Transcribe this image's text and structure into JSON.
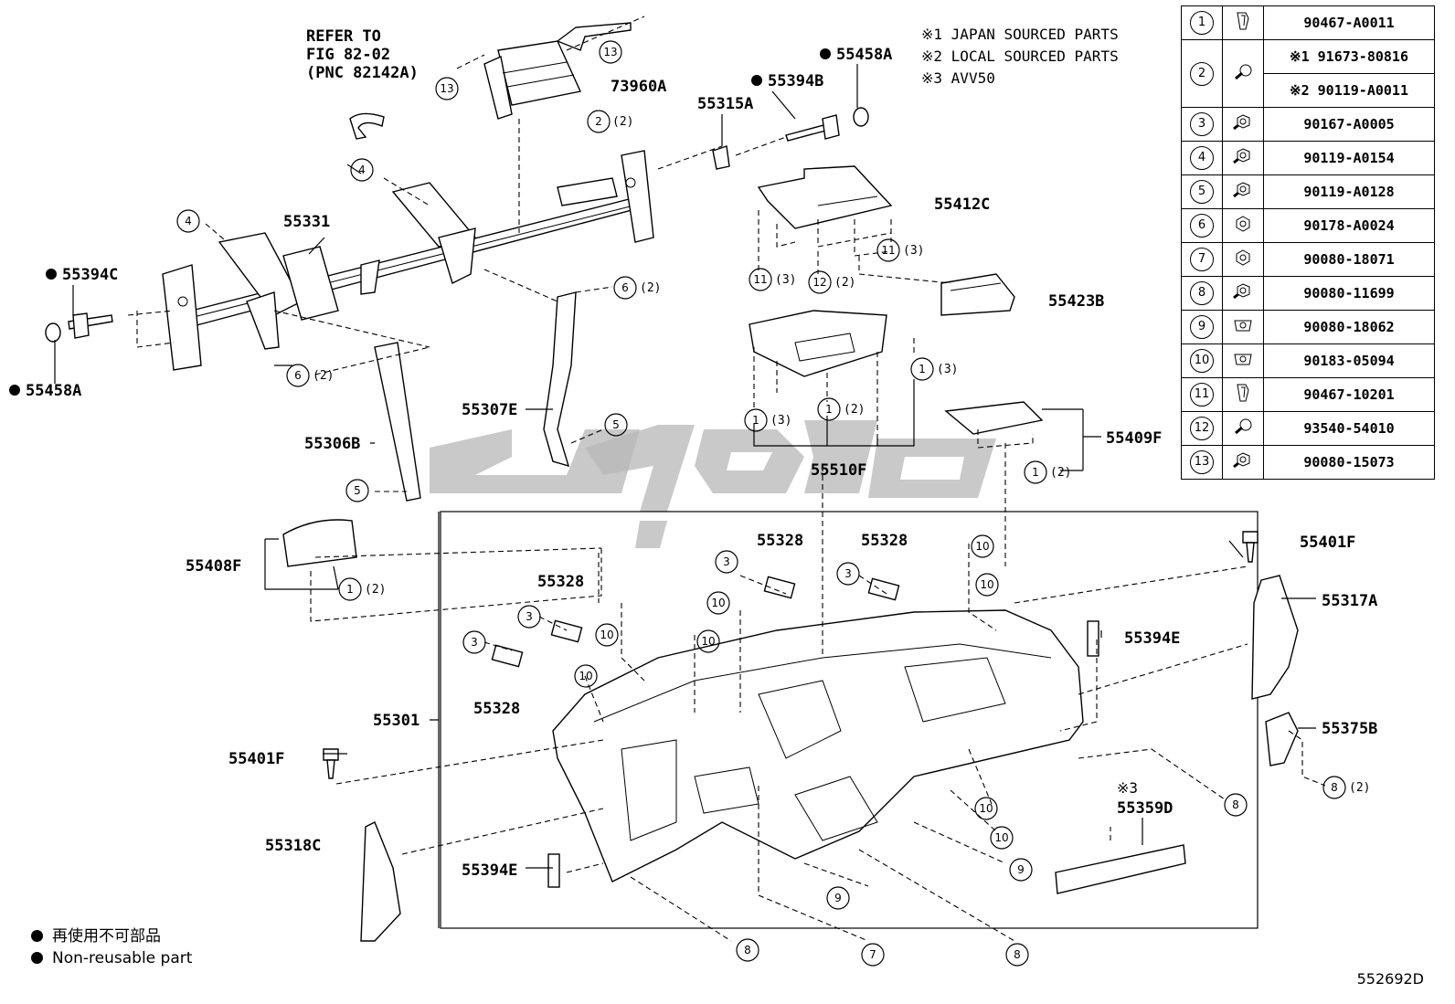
{
  "refer_note": {
    "line1": "REFER TO",
    "line2": "FIG 82-02",
    "line3": "(PNC 82142A)"
  },
  "source_notes": [
    "※1 JAPAN SOURCED PARTS",
    "※2 LOCAL SOURCED PARTS",
    "※3 AVV50"
  ],
  "part_labels": {
    "p73960A": "73960A",
    "p55394B": "55394B",
    "p55458A_top": "55458A",
    "p55315A": "55315A",
    "p55331": "55331",
    "p55394C": "55394C",
    "p55458A_left": "55458A",
    "p55412C": "55412C",
    "p55423B": "55423B",
    "p55307E": "55307E",
    "p55306B": "55306B",
    "p55409F": "55409F",
    "p55510F": "55510F",
    "p55408F": "55408F",
    "p55328_a": "55328",
    "p55328_b": "55328",
    "p55328_c": "55328",
    "p55328_d": "55328",
    "p55401F_top": "55401F",
    "p55317A": "55317A",
    "p55394E_right": "55394E",
    "p55301": "55301",
    "p55401F_left": "55401F",
    "p55375B": "55375B",
    "p55359D_mark": "※3",
    "p55359D": "55359D",
    "p55318C": "55318C",
    "p55394E_left": "55394E"
  },
  "callouts": {
    "c13a": "13",
    "c13b": "13",
    "c2": "2",
    "q2": "(2)",
    "c4a": "4",
    "c4b": "4",
    "c6a": "6",
    "q6a": "(2)",
    "c6b": "6",
    "q6b": "(2)",
    "c5a": "5",
    "c5b": "5",
    "c11a": "11",
    "q11a": "(3)",
    "c12": "12",
    "q12": "(2)",
    "c11b": "11",
    "q11b": "(3)",
    "c1a": "1",
    "q1a": "(3)",
    "c1b": "1",
    "q1b": "(2)",
    "c1c": "1",
    "q1c": "(3)",
    "c1d": "1",
    "q1d": "(2)",
    "c1e": "1",
    "q1e": "(2)",
    "c3a": "3",
    "c3b": "3",
    "c3c": "3",
    "c3d": "3",
    "c10a": "10",
    "c10b": "10",
    "c10c": "10",
    "c10d": "10",
    "c10e": "10",
    "c10f": "10",
    "c10g": "10",
    "c10h": "10",
    "c8a": "8",
    "c8b": "8",
    "c8c": "8",
    "c8d": "8",
    "q8d": "(2)",
    "c7": "7",
    "c9a": "9",
    "c9b": "9"
  },
  "fastener_table": [
    {
      "num": "1",
      "icon": "clip-icon",
      "parts": [
        "90467-A0011"
      ]
    },
    {
      "num": "2",
      "icon": "screw-icon",
      "parts": [
        "※1 91673-80816",
        "※2 90119-A0011"
      ]
    },
    {
      "num": "3",
      "icon": "bolt-icon",
      "parts": [
        "90167-A0005"
      ]
    },
    {
      "num": "4",
      "icon": "bolt-icon",
      "parts": [
        "90119-A0154"
      ]
    },
    {
      "num": "5",
      "icon": "bolt-icon",
      "parts": [
        "90119-A0128"
      ]
    },
    {
      "num": "6",
      "icon": "nut-icon",
      "parts": [
        "90178-A0024"
      ]
    },
    {
      "num": "7",
      "icon": "nut-icon",
      "parts": [
        "90080-18071"
      ]
    },
    {
      "num": "8",
      "icon": "bolt-icon",
      "parts": [
        "90080-11699"
      ]
    },
    {
      "num": "9",
      "icon": "clip-nut-icon",
      "parts": [
        "90080-18062"
      ]
    },
    {
      "num": "10",
      "icon": "clip-nut-icon",
      "parts": [
        "90183-05094"
      ]
    },
    {
      "num": "11",
      "icon": "clip-icon",
      "parts": [
        "90467-10201"
      ]
    },
    {
      "num": "12",
      "icon": "screw-icon",
      "parts": [
        "93540-54010"
      ]
    },
    {
      "num": "13",
      "icon": "bolt-icon",
      "parts": [
        "90080-15073"
      ]
    }
  ],
  "legend": {
    "jp": "再使用不可部品",
    "en": "Non-reusable part"
  },
  "figure_id": "552692D"
}
